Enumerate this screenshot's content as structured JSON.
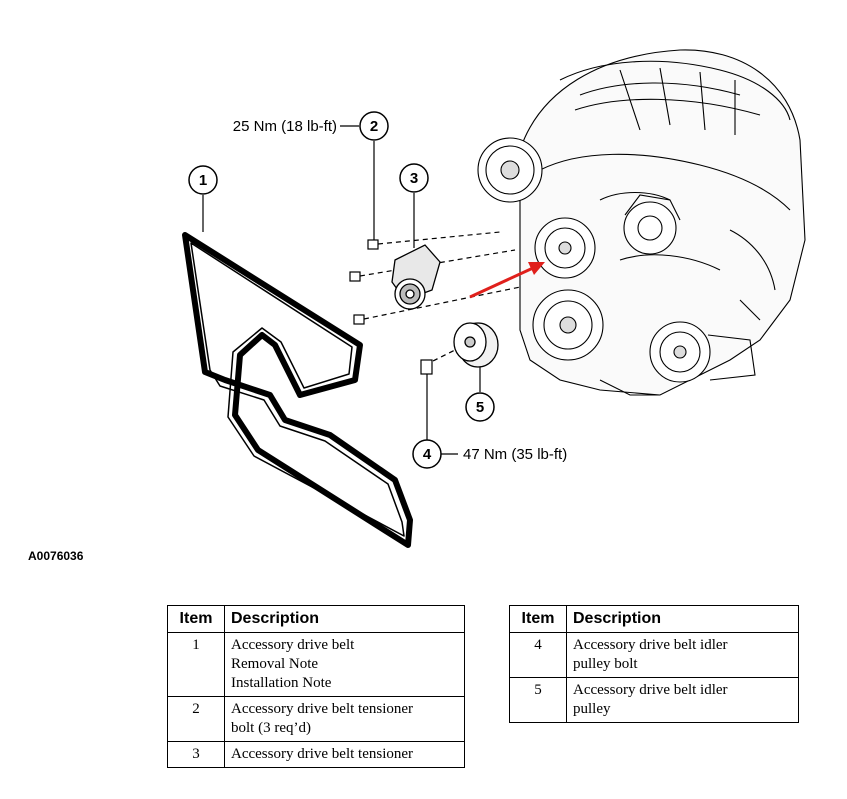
{
  "figure": {
    "id": "A0076036",
    "callouts": [
      {
        "num": "1"
      },
      {
        "num": "2",
        "torque": "25 Nm (18 lb-ft)"
      },
      {
        "num": "3"
      },
      {
        "num": "4",
        "torque": "47 Nm (35 lb-ft)"
      },
      {
        "num": "5"
      }
    ],
    "arrow_color": "#e0201c"
  },
  "table_left": {
    "headers": [
      "Item",
      "Description"
    ],
    "rows": [
      {
        "item": "1",
        "lines": [
          "Accessory drive belt",
          "Removal Note",
          "Installation Note"
        ]
      },
      {
        "item": "2",
        "lines": [
          "Accessory drive belt tensioner",
          "bolt (3 req’d)"
        ]
      },
      {
        "item": "3",
        "lines": [
          "Accessory drive belt tensioner"
        ]
      }
    ]
  },
  "table_right": {
    "headers": [
      "Item",
      "Description"
    ],
    "rows": [
      {
        "item": "4",
        "lines": [
          "Accessory drive belt idler",
          "pulley bolt"
        ]
      },
      {
        "item": "5",
        "lines": [
          "Accessory drive belt idler",
          "pulley"
        ]
      }
    ]
  }
}
